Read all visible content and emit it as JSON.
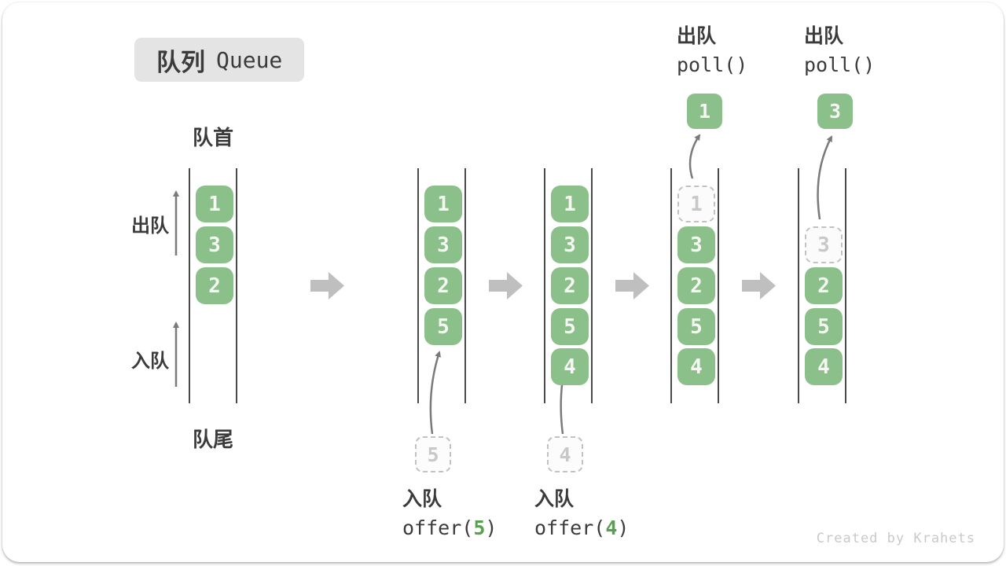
{
  "title": {
    "zh": "队列",
    "en": "Queue"
  },
  "labels": {
    "front": "队首",
    "rear": "队尾",
    "dequeue": "出队",
    "enqueue": "入队"
  },
  "watermark": "Created by Krahets",
  "colors": {
    "box_green": "#8CC08A",
    "box_number": "#F5F7F3",
    "code_green": "#56A050",
    "text_dark": "#3B3B3B",
    "line_gray": "#4A4A4A",
    "arrow_gray": "#7A7A7A",
    "block_arrow_gray": "#BFBFBF",
    "dashed_gray": "#C2C2C2",
    "dashed_number": "#C8C8C8",
    "badge_bg": "#E4E4E4",
    "watermark_gray": "#C9C9C9"
  },
  "states": [
    {
      "name": "initial",
      "cells": [
        {
          "value": "1"
        },
        {
          "value": "3"
        },
        {
          "value": "2"
        }
      ]
    },
    {
      "name": "after-offer-5",
      "cells": [
        {
          "value": "1"
        },
        {
          "value": "3"
        },
        {
          "value": "2"
        },
        {
          "value": "5"
        }
      ],
      "op": {
        "type": "enqueue",
        "label": "入队",
        "code_prefix": "offer(",
        "arg": "5",
        "code_suffix": ")",
        "staging_value": "5"
      }
    },
    {
      "name": "after-offer-4",
      "cells": [
        {
          "value": "1"
        },
        {
          "value": "3"
        },
        {
          "value": "2"
        },
        {
          "value": "5"
        },
        {
          "value": "4"
        }
      ],
      "op": {
        "type": "enqueue",
        "label": "入队",
        "code_prefix": "offer(",
        "arg": "4",
        "code_suffix": ")",
        "staging_value": "4"
      }
    },
    {
      "name": "after-poll-1",
      "cells": [
        {
          "value": "1",
          "removed": true
        },
        {
          "value": "3"
        },
        {
          "value": "2"
        },
        {
          "value": "5"
        },
        {
          "value": "4"
        }
      ],
      "op": {
        "type": "dequeue",
        "label": "出队",
        "code": "poll()",
        "popped_value": "1"
      }
    },
    {
      "name": "after-poll-3",
      "cells": [
        {
          "value": "3",
          "removed": true
        },
        {
          "value": "2"
        },
        {
          "value": "5"
        },
        {
          "value": "4"
        }
      ],
      "op": {
        "type": "dequeue",
        "label": "出队",
        "code": "poll()",
        "popped_value": "3"
      }
    }
  ]
}
